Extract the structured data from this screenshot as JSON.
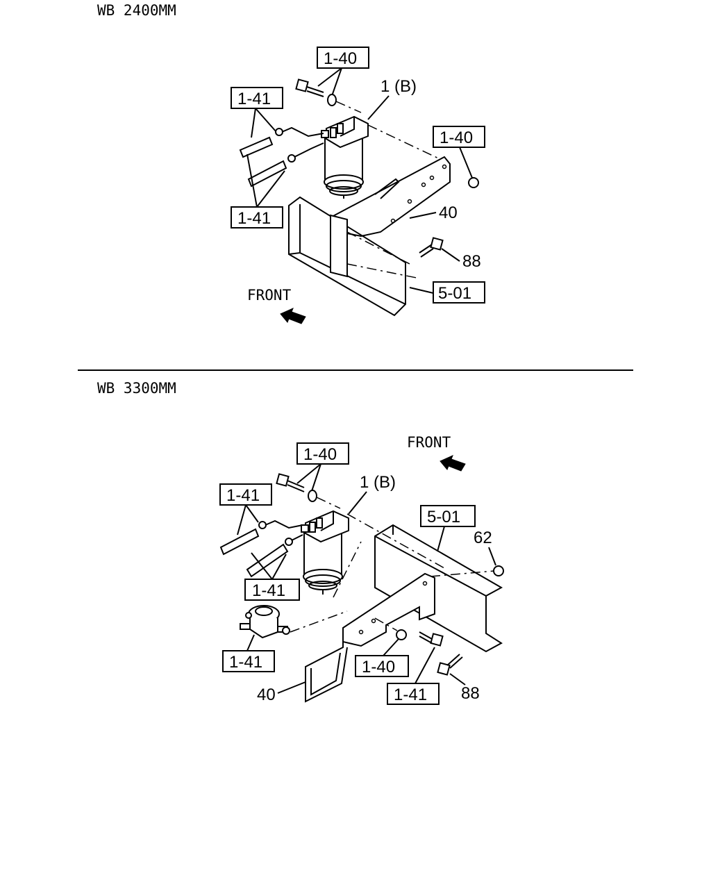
{
  "diagram_top": {
    "title": "WB 2400MM",
    "front_label": "FRONT",
    "callouts": {
      "c140_top": "1-40",
      "c141_upper": "1-41",
      "c1b": "1 (B)",
      "c140_right": "1-40",
      "c141_lower": "1-41",
      "c40": "40",
      "c88": "88",
      "c501": "5-01"
    }
  },
  "diagram_bottom": {
    "title": "WB 3300MM",
    "front_label": "FRONT",
    "callouts": {
      "c140_top": "1-40",
      "c141_upper": "1-41",
      "c1b": "1 (B)",
      "c501": "5-01",
      "c62": "62",
      "c141_mid": "1-41",
      "c141_left": "1-41",
      "c140_low": "1-40",
      "c141_low": "1-41",
      "c40": "40",
      "c88": "88"
    }
  }
}
